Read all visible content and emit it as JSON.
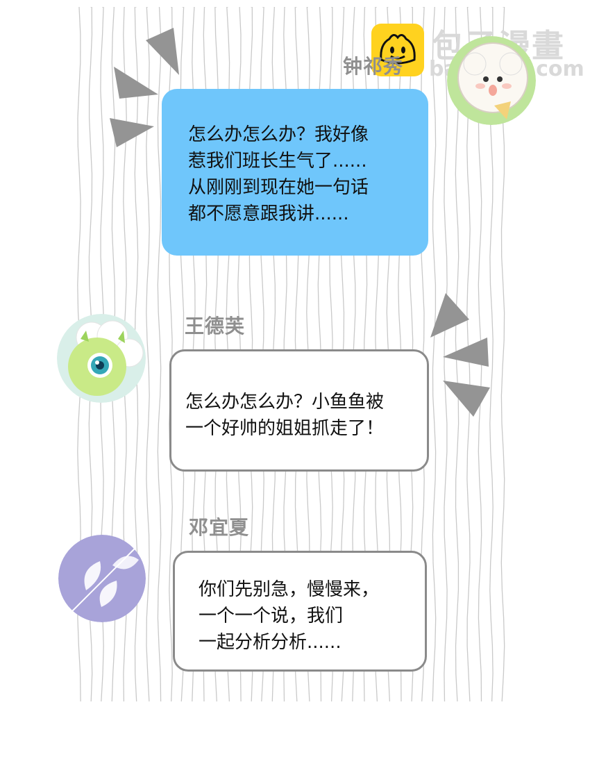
{
  "watermark": {
    "brand_cn": "包子漫畫",
    "brand_url": "baozimh.com"
  },
  "messages": [
    {
      "speaker": "钟祁秀",
      "lines": [
        "怎么办怎么办？我好像",
        "惹我们班长生气了......",
        "从刚刚到现在她一句话",
        "都不愿意跟我讲......"
      ]
    },
    {
      "speaker": "王德芙",
      "lines": [
        "怎么办怎么办？小鱼鱼被",
        "一个好帅的姐姐抓走了！"
      ]
    },
    {
      "speaker": "邓宜夏",
      "lines": [
        "你们先别急，慢慢来，",
        "一个一个说，我们",
        "一起分析分析......"
      ]
    }
  ],
  "colors": {
    "blue_bubble": "#6fc6fb",
    "border_gray": "#8a8a8a",
    "name_gray": "#8f8f8f",
    "logo_yellow": "#ffd21f"
  }
}
